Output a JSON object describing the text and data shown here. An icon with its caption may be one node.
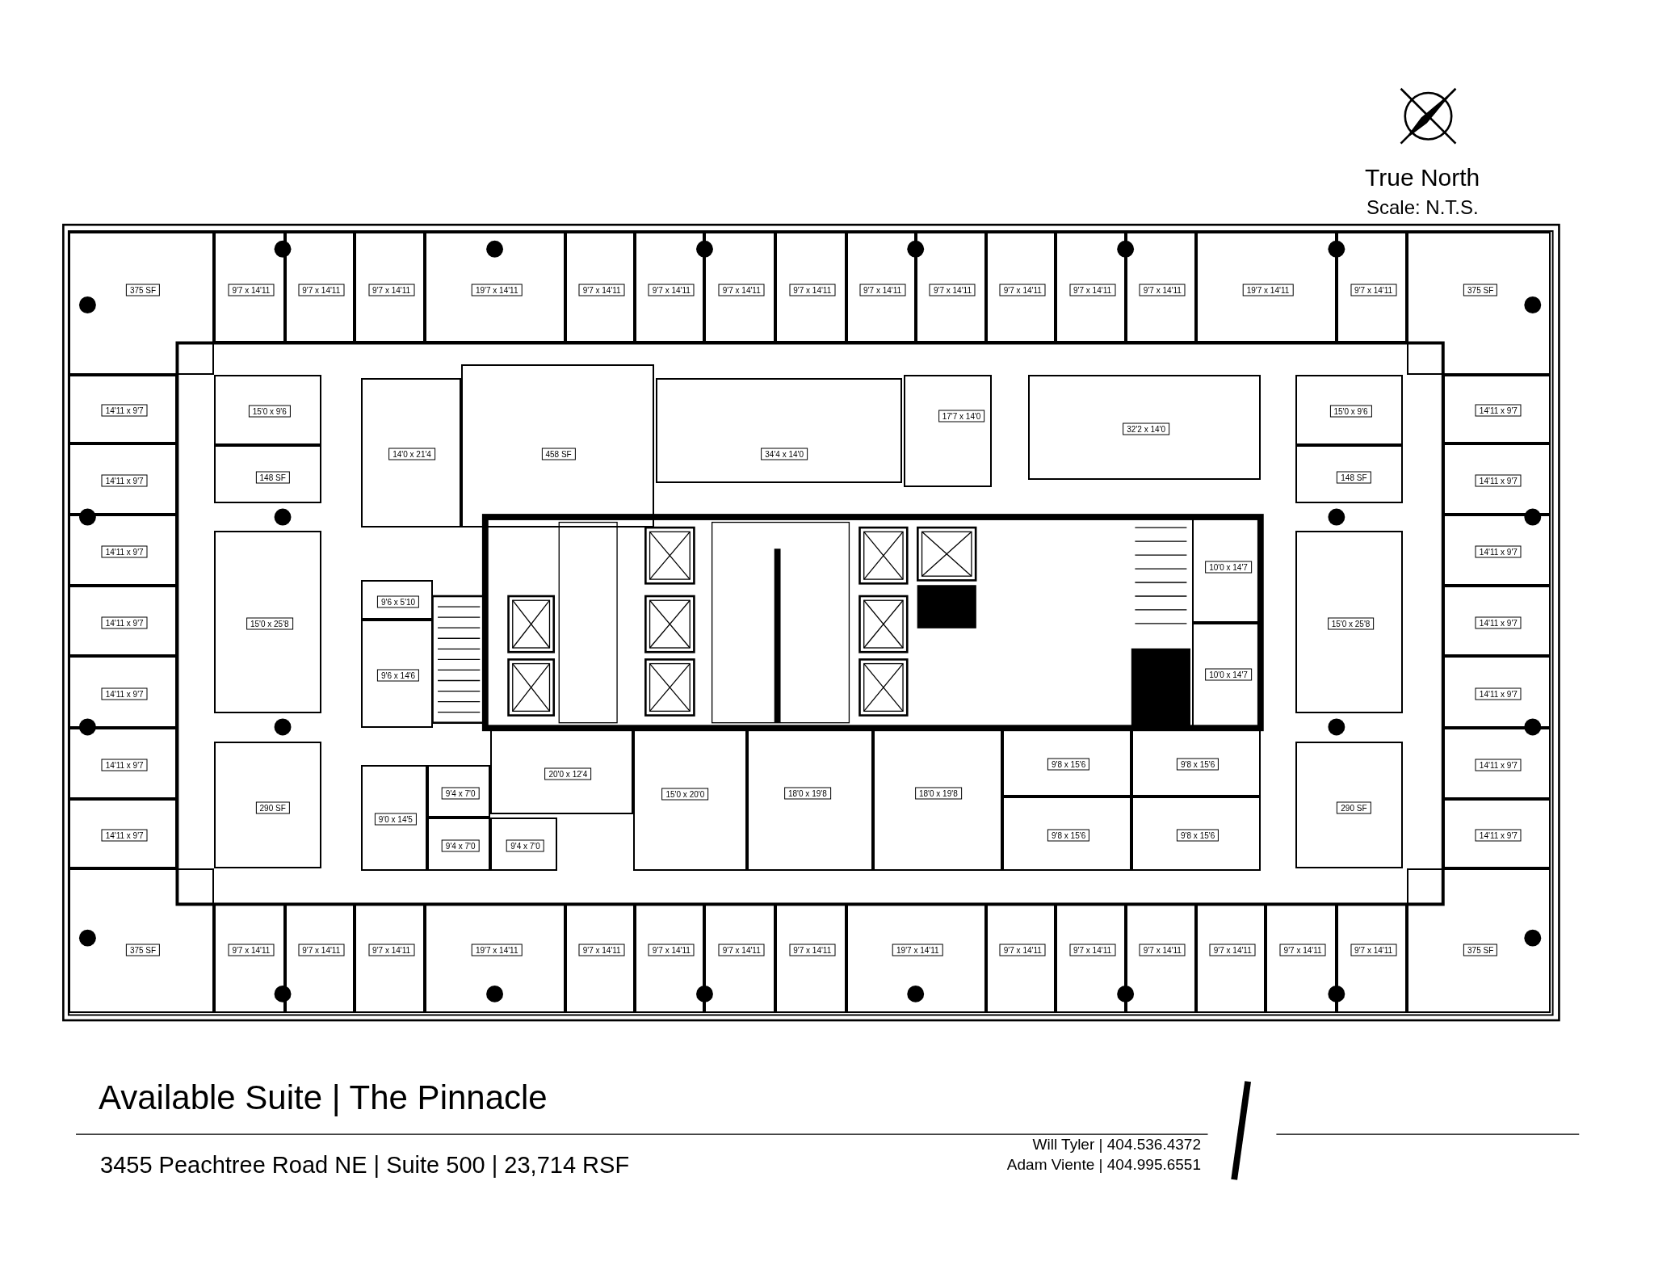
{
  "diagram": {
    "title": "Available Suite | The Pinnacle",
    "nodes": [
      {
        "text": [
          "375 SF"
        ]
      },
      {
        "text": [
          "9'7 x 14'11"
        ]
      },
      {
        "text": [
          "9'7 x 14'11"
        ]
      },
      {
        "text": [
          "9'7 x 14'11"
        ]
      },
      {
        "text": [
          "19'7 x 14'11"
        ]
      },
      {
        "text": [
          "9'7 x 14'11"
        ]
      },
      {
        "text": [
          "9'7 x 14'11"
        ]
      },
      {
        "text": [
          "9'7 x 14'11"
        ]
      },
      {
        "text": [
          "9'7 x 14'11"
        ]
      },
      {
        "text": [
          "9'7 x 14'11"
        ]
      },
      {
        "text": [
          "9'7 x 14'11"
        ]
      },
      {
        "text": [
          "9'7 x 14'11"
        ]
      },
      {
        "text": [
          "9'7 x 14'11"
        ]
      },
      {
        "text": [
          "9'7 x 14'11"
        ]
      },
      {
        "text": [
          "19'7 x 14'11"
        ]
      },
      {
        "text": [
          "9'7 x 14'11"
        ]
      },
      {
        "text": [
          "375 SF"
        ]
      },
      {
        "text": [
          "14'11 x 9'7"
        ]
      },
      {
        "text": [
          "15'0 x 9'6"
        ]
      },
      {
        "text": [
          "17'7 x 14'0"
        ]
      },
      {
        "text": [
          "15'0 x 9'6"
        ]
      },
      {
        "text": [
          "14'11 x 9'7"
        ]
      },
      {
        "text": [
          "32'2 x 14'0"
        ]
      },
      {
        "text": [
          "14'0 x 21'4"
        ]
      },
      {
        "text": [
          "458 SF"
        ]
      },
      {
        "text": [
          "34'4 x 14'0"
        ]
      },
      {
        "text": [
          "14'11 x 9'7"
        ]
      },
      {
        "text": [
          "148 SF"
        ]
      },
      {
        "text": [
          "148 SF"
        ]
      },
      {
        "text": [
          "14'11 x 9'7"
        ]
      },
      {
        "text": [
          "14'11 x 9'7"
        ]
      },
      {
        "text": [
          "14'11 x 9'7"
        ]
      },
      {
        "text": [
          "10'0 x 14'7"
        ]
      },
      {
        "text": [
          "9'6 x 5'10"
        ]
      },
      {
        "text": [
          "15'0 x 25'8"
        ]
      },
      {
        "text": [
          "15'0 x 25'8"
        ]
      },
      {
        "text": [
          "14'11 x 9'7"
        ]
      },
      {
        "text": [
          "14'11 x 9'7"
        ]
      },
      {
        "text": [
          "9'6 x 14'6"
        ]
      },
      {
        "text": [
          "10'0 x 14'7"
        ]
      },
      {
        "text": [
          "14'11 x 9'7"
        ]
      },
      {
        "text": [
          "14'11 x 9'7"
        ]
      },
      {
        "text": [
          "9'8 x 15'6"
        ]
      },
      {
        "text": [
          "9'8 x 15'6"
        ]
      },
      {
        "text": [
          "14'11 x 9'7"
        ]
      },
      {
        "text": [
          "14'11 x 9'7"
        ]
      },
      {
        "text": [
          "20'0 x 12'4"
        ]
      },
      {
        "text": [
          "9'4 x 7'0"
        ]
      },
      {
        "text": [
          "15'0 x 20'0"
        ]
      },
      {
        "text": [
          "18'0 x 19'8"
        ]
      },
      {
        "text": [
          "18'0 x 19'8"
        ]
      },
      {
        "text": [
          "290 SF"
        ]
      },
      {
        "text": [
          "290 SF"
        ]
      },
      {
        "text": [
          "9'0 x 14'5"
        ]
      },
      {
        "text": [
          "14'11 x 9'7"
        ]
      },
      {
        "text": [
          "9'4 x 7'0"
        ]
      },
      {
        "text": [
          "9'4 x 7'0"
        ]
      },
      {
        "text": [
          "9'8 x 15'6"
        ]
      },
      {
        "text": [
          "9'8 x 15'6"
        ]
      },
      {
        "text": [
          "14'11 x 9'7"
        ]
      },
      {
        "text": [
          "375 SF"
        ]
      },
      {
        "text": [
          "9'7 x 14'11"
        ]
      },
      {
        "text": [
          "9'7 x 14'11"
        ]
      },
      {
        "text": [
          "9'7 x 14'11"
        ]
      },
      {
        "text": [
          "19'7 x 14'11"
        ]
      },
      {
        "text": [
          "9'7 x 14'11"
        ]
      },
      {
        "text": [
          "9'7 x 14'11"
        ]
      },
      {
        "text": [
          "9'7 x 14'11"
        ]
      },
      {
        "text": [
          "9'7 x 14'11"
        ]
      },
      {
        "text": [
          "19'7 x 14'11"
        ]
      },
      {
        "text": [
          "9'7 x 14'11"
        ]
      },
      {
        "text": [
          "9'7 x 14'11"
        ]
      },
      {
        "text": [
          "9'7 x 14'11"
        ]
      },
      {
        "text": [
          "9'7 x 14'11"
        ]
      },
      {
        "text": [
          "9'7 x 14'11"
        ]
      },
      {
        "text": [
          "9'7 x 14'11"
        ]
      },
      {
        "text": [
          "375 SF"
        ]
      }
    ],
    "labels": [
      "True North",
      "Scale: N.T.S.",
      "3455 Peachtree Road NE | Suite 500 | 23,714 RSF",
      "Will Tyler | 404.536.4372",
      "Adam Viente | 404.995.6551"
    ]
  }
}
